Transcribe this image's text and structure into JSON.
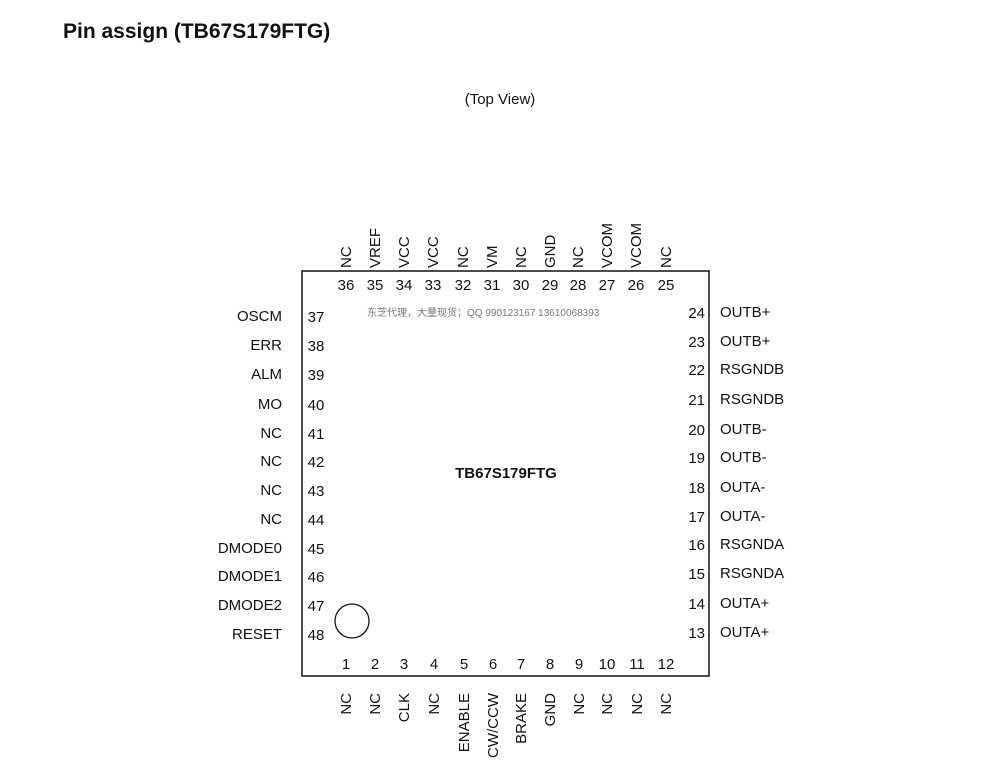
{
  "title": "Pin assign (TB67S179FTG)",
  "view_label": "(Top View)",
  "chip_label": "TB67S179FTG",
  "watermark": "东芝代理，大量现货；QQ 990123167 13610068393",
  "pins_top": [
    [
      "36",
      "NC"
    ],
    [
      "35",
      "VREF"
    ],
    [
      "34",
      "VCC"
    ],
    [
      "33",
      "VCC"
    ],
    [
      "32",
      "NC"
    ],
    [
      "31",
      "VM"
    ],
    [
      "30",
      "NC"
    ],
    [
      "29",
      "GND"
    ],
    [
      "28",
      "NC"
    ],
    [
      "27",
      "VCOM"
    ],
    [
      "26",
      "VCOM"
    ],
    [
      "25",
      "NC"
    ]
  ],
  "pins_bottom": [
    [
      "1",
      "NC"
    ],
    [
      "2",
      "NC"
    ],
    [
      "3",
      "CLK"
    ],
    [
      "4",
      "NC"
    ],
    [
      "5",
      "ENABLE"
    ],
    [
      "6",
      "CW/CCW"
    ],
    [
      "7",
      "BRAKE"
    ],
    [
      "8",
      "GND"
    ],
    [
      "9",
      "NC"
    ],
    [
      "10",
      "NC"
    ],
    [
      "11",
      "NC"
    ],
    [
      "12",
      "NC"
    ]
  ],
  "pins_left": [
    [
      "37",
      "OSCM"
    ],
    [
      "38",
      "ERR"
    ],
    [
      "39",
      "ALM"
    ],
    [
      "40",
      "MO"
    ],
    [
      "41",
      "NC"
    ],
    [
      "42",
      "NC"
    ],
    [
      "43",
      "NC"
    ],
    [
      "44",
      "NC"
    ],
    [
      "45",
      "DMODE0"
    ],
    [
      "46",
      "DMODE1"
    ],
    [
      "47",
      "DMODE2"
    ],
    [
      "48",
      "RESET"
    ]
  ],
  "pins_right": [
    [
      "24",
      "OUTB+"
    ],
    [
      "23",
      "OUTB+"
    ],
    [
      "22",
      "RSGNDB"
    ],
    [
      "21",
      "RSGNDB"
    ],
    [
      "20",
      "OUTB-"
    ],
    [
      "19",
      "OUTB-"
    ],
    [
      "18",
      "OUTA-"
    ],
    [
      "17",
      "OUTA-"
    ],
    [
      "16",
      "RSGNDA"
    ],
    [
      "15",
      "RSGNDA"
    ],
    [
      "14",
      "OUTA+"
    ],
    [
      "13",
      "OUTA+"
    ]
  ]
}
